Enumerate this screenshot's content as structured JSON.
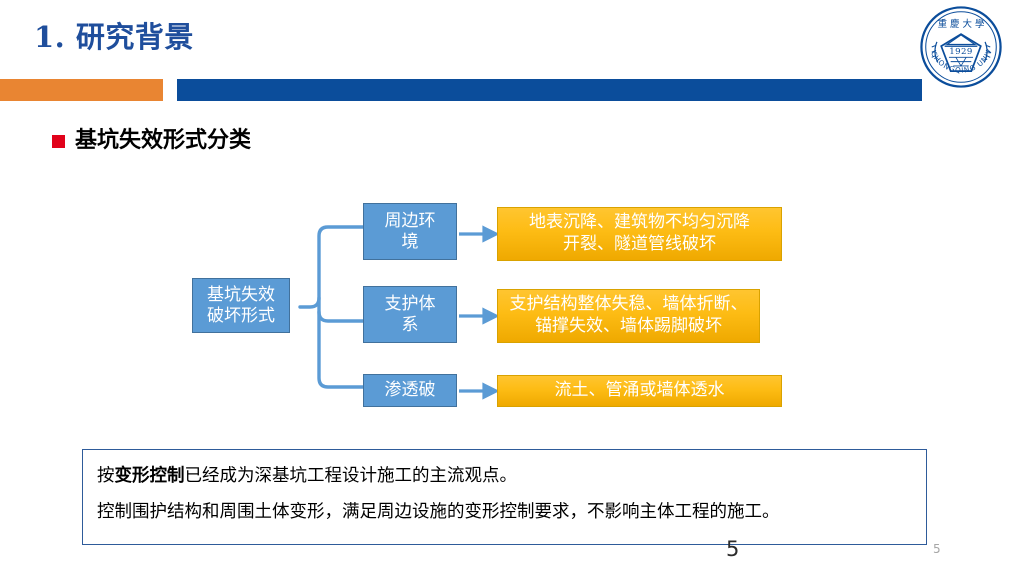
{
  "slide": {
    "title": "1. 研究背景",
    "page_number": "5",
    "page_number_small": "5",
    "colors": {
      "title_blue": "#1F4E9C",
      "bar_orange": "#E98532",
      "bar_blue": "#0B4D9B",
      "bullet_red": "#E1021A",
      "node_blue": "#5B9BD5",
      "node_blue_border": "#41719C",
      "node_yellow": "#FDBC14",
      "node_yellow_border": "#D9A200",
      "statement_border": "#2E5B9A"
    }
  },
  "logo": {
    "name": "chongqing-university-logo",
    "outer_text_top": "CHONGQING",
    "outer_text_bottom": "UNIVERSITY",
    "crest_year": "1929",
    "crest_chinese": "重慶大學"
  },
  "heading": {
    "bullet_icon": "red-square-bullet-icon",
    "text": "基坑失效形式分类"
  },
  "diagram": {
    "root": {
      "label": "基坑失效\n破坏形式"
    },
    "branches": [
      {
        "label": "周边环\n境",
        "detail": "地表沉降、建筑物不均匀沉降\n开裂、隧道管线破坏"
      },
      {
        "label": "支护体\n系",
        "detail": "支护结构整体失稳、墙体折断、\n锚撑失效、墙体踢脚破坏"
      },
      {
        "label": "渗透破",
        "detail": "流土、管涌或墙体透水"
      }
    ],
    "connector_icon": "curly-brace-branch-connector",
    "arrow_icon": "right-arrow-icon"
  },
  "statement": {
    "line1_prefix": "按",
    "line1_bold": "变形控制",
    "line1_suffix": "已经成为深基坑工程设计施工的主流观点。",
    "line2": "控制围护结构和周围土体变形，满足周边设施的变形控制要求，不影响主体工程的施工。"
  }
}
